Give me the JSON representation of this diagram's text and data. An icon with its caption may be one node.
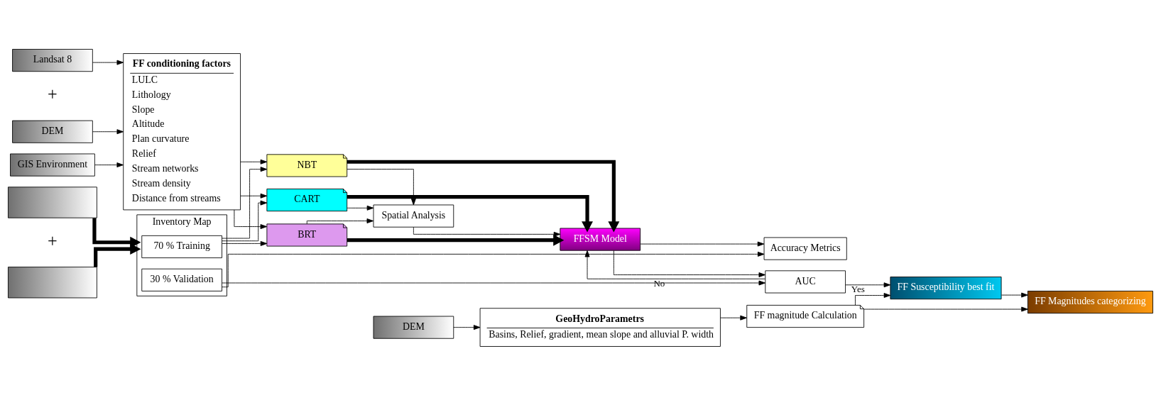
{
  "diagram": {
    "nodes": [
      {
        "text": [
          "Landsat 8"
        ]
      },
      {
        "text": [
          "DEM"
        ]
      },
      {
        "text": [
          "GIS Environment"
        ]
      },
      {
        "text": [],
        "shape": "box"
      },
      {
        "text": [],
        "shape": "box"
      },
      {
        "text": [
          "FF conditioning factors",
          "LULC",
          "Lithology",
          "Slope",
          "Altitude",
          "Plan curvature",
          "Relief",
          "Stream networks",
          "Stream density",
          "Distance from streams"
        ]
      },
      {
        "text": [
          "Inventory Map"
        ]
      },
      {
        "text": [
          "70 % Training"
        ],
        "in": 6
      },
      {
        "text": [
          "30 % Validation"
        ],
        "in": 6
      },
      {
        "text": [
          "CART"
        ]
      },
      {
        "text": [
          "BRT"
        ]
      },
      {
        "text": [
          "NBT"
        ]
      },
      {
        "text": [
          "Accuracy Metrics"
        ]
      },
      {
        "text": [
          "AUC"
        ]
      },
      {
        "text": [
          "Spatial Analysis"
        ]
      },
      {
        "text": [
          "FFSM Model"
        ]
      },
      {
        "text": [
          "DEM"
        ]
      },
      {
        "text": [
          "GeoHydroParametrs",
          "Basins, Relief, gradient, mean slope and alluvial P. width"
        ]
      },
      {
        "text": [
          "FF Susceptibility best fit"
        ]
      },
      {
        "text": [
          "FF magnitude Calculation"
        ]
      },
      {
        "text": [
          "FF Magnitudes categorizing"
        ]
      }
    ],
    "edges": [
      {
        "from": 0,
        "to": 5,
        "arrow": "to"
      },
      {
        "from": 1,
        "to": 5,
        "arrow": "to"
      },
      {
        "from": 2,
        "to": 5,
        "arrow": "to"
      },
      {
        "from": 3,
        "to": 6,
        "arrow": "to",
        "style": "thick"
      },
      {
        "from": 4,
        "to": 6,
        "arrow": "to",
        "style": "thick"
      },
      {
        "from": 5,
        "to": 9,
        "arrow": "to"
      },
      {
        "from": 5,
        "to": 10,
        "arrow": "to"
      },
      {
        "from": 5,
        "to": 11,
        "arrow": "to"
      },
      {
        "from": 7,
        "to": 9,
        "arrow": "to"
      },
      {
        "from": 7,
        "to": 10,
        "arrow": "to"
      },
      {
        "from": 7,
        "to": 11,
        "arrow": "to"
      },
      {
        "from": 8,
        "to": 12,
        "arrow": "to"
      },
      {
        "from": 8,
        "to": 13,
        "arrow": "to"
      },
      {
        "from": 9,
        "to": 14,
        "arrow": "to"
      },
      {
        "from": 10,
        "to": 14,
        "arrow": "to"
      },
      {
        "from": 11,
        "to": 14,
        "arrow": "to"
      },
      {
        "from": 9,
        "to": 15,
        "arrow": "to",
        "style": "thick"
      },
      {
        "from": 10,
        "to": 15,
        "arrow": "to",
        "style": "thick"
      },
      {
        "from": 11,
        "to": 15,
        "arrow": "to",
        "style": "thick"
      },
      {
        "from": 14,
        "to": 15,
        "arrow": "to"
      },
      {
        "from": 15,
        "to": 12,
        "arrow": "to"
      },
      {
        "from": 15,
        "to": 13,
        "arrow": "to"
      },
      {
        "from": 13,
        "to": 15,
        "arrow": "to",
        "label": "No"
      },
      {
        "from": 13,
        "to": 18,
        "arrow": "to",
        "label": "Yes"
      },
      {
        "from": 16,
        "to": 17,
        "arrow": "to"
      },
      {
        "from": 17,
        "to": 19,
        "arrow": "to"
      },
      {
        "from": 19,
        "to": 18,
        "arrow": "to"
      },
      {
        "from": 18,
        "to": 20,
        "arrow": "to"
      },
      {
        "from": 19,
        "to": 20,
        "arrow": "to"
      }
    ],
    "labels": [
      "+",
      "+"
    ]
  }
}
